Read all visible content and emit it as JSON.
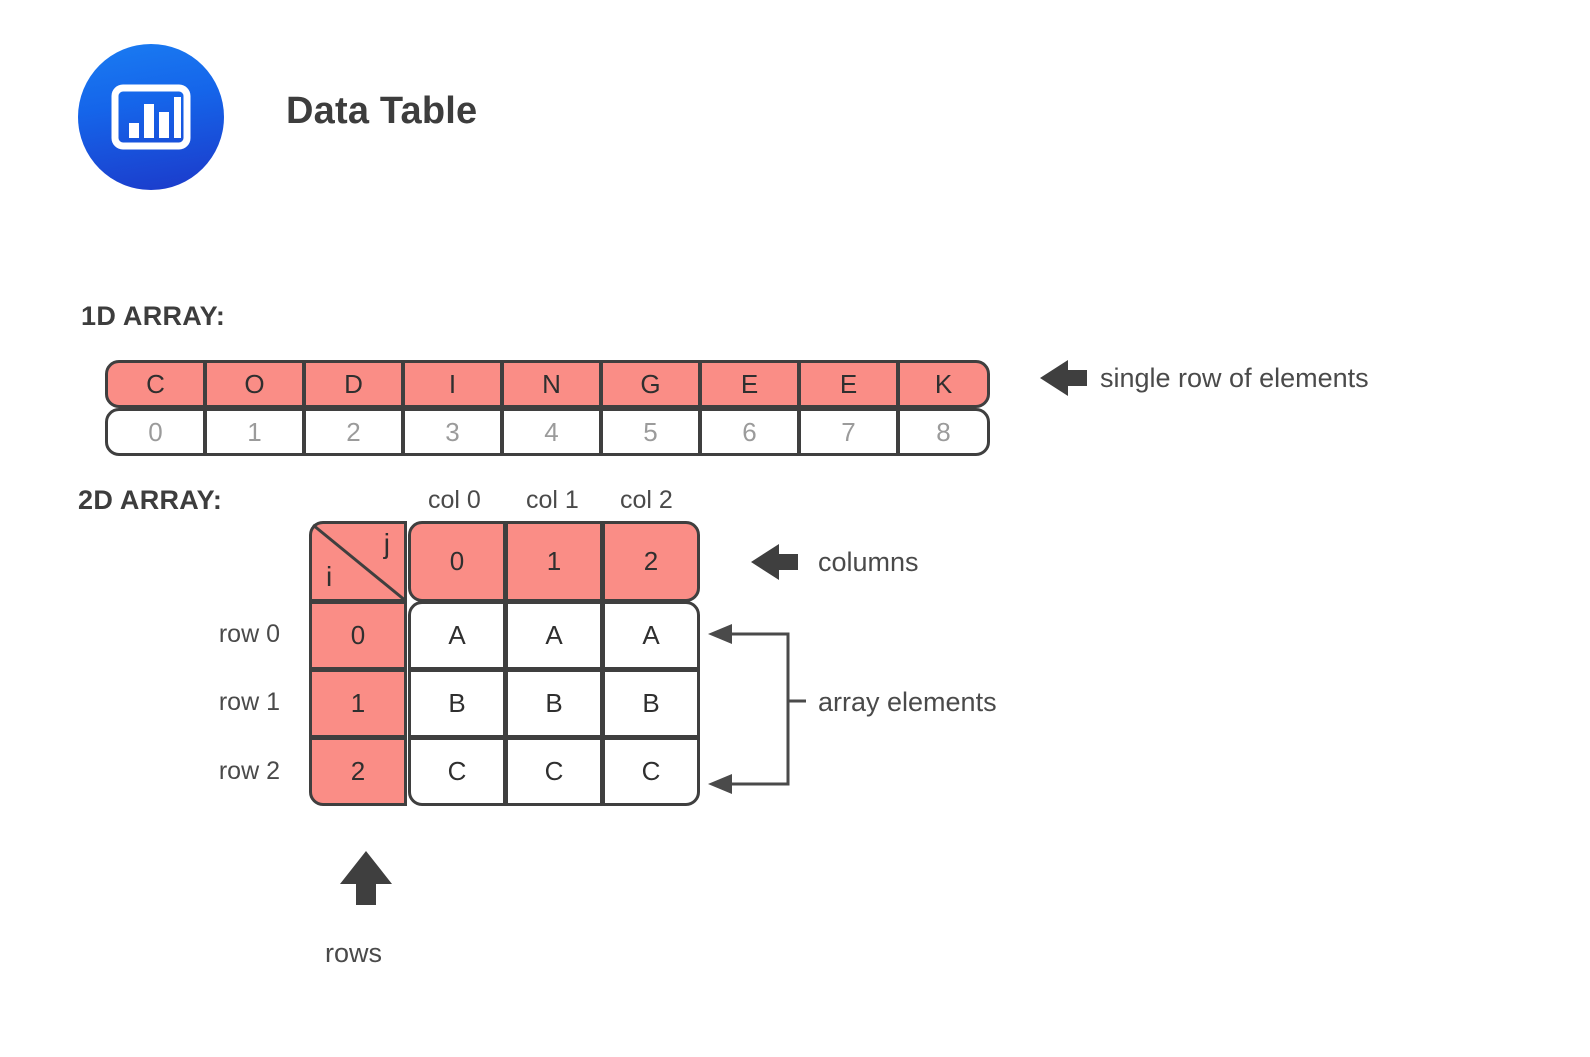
{
  "header": {
    "title": "Data Table",
    "icon": "bar-chart-icon",
    "icon_gradient_from": "#1a7cf2",
    "icon_gradient_to": "#1c39c9"
  },
  "colors": {
    "accent_salmon": "#fa8d86",
    "border_dark": "#3f3f3f",
    "text_dark": "#3d3d3d",
    "text_muted": "#4a4a4a",
    "index_gray": "#9b9b9b"
  },
  "section_1d": {
    "label": "1D ARRAY:",
    "values": [
      "C",
      "O",
      "D",
      "I",
      "N",
      "G",
      "E",
      "E",
      "K"
    ],
    "indices": [
      "0",
      "1",
      "2",
      "3",
      "4",
      "5",
      "6",
      "7",
      "8"
    ],
    "annotation": "single row of elements",
    "annotation_arrow": "arrow-left-icon"
  },
  "section_2d": {
    "label": "2D ARRAY:",
    "corner_cell": {
      "row_axis": "i",
      "col_axis": "j"
    },
    "col_captions": [
      "col 0",
      "col 1",
      "col 2"
    ],
    "col_headers": [
      "0",
      "1",
      "2"
    ],
    "row_labels": [
      "row 0",
      "row 1",
      "row 2"
    ],
    "row_headers": [
      "0",
      "1",
      "2"
    ],
    "cells": [
      [
        "A",
        "A",
        "A"
      ],
      [
        "B",
        "B",
        "B"
      ],
      [
        "C",
        "C",
        "C"
      ]
    ],
    "annotation_columns": "columns",
    "annotation_columns_arrow": "arrow-left-icon",
    "annotation_elements": "array elements",
    "annotation_elements_bracket": "brace-bracket-icon",
    "annotation_rows": "rows",
    "annotation_rows_arrow": "arrow-up-icon"
  }
}
